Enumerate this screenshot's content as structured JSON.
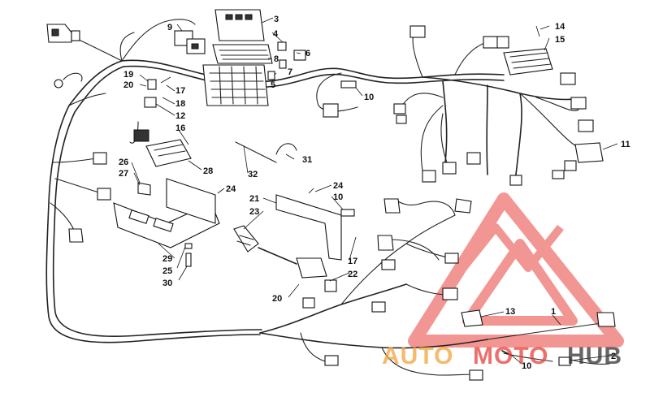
{
  "diagram": {
    "callouts": [
      "1",
      "2",
      "3",
      "4",
      "5",
      "6",
      "7",
      "8",
      "9",
      "10",
      "10",
      "10",
      "11",
      "12",
      "13",
      "14",
      "15",
      "16",
      "17",
      "17",
      "18",
      "19",
      "20",
      "20",
      "21",
      "22",
      "23",
      "24",
      "24",
      "25",
      "26",
      "27",
      "28",
      "29",
      "30",
      "31",
      "32"
    ]
  },
  "watermark": {
    "text_auto": "AUTO",
    "text_moto": "MOTO",
    "text_hub": "HUB",
    "color_red": "#e8413c",
    "color_orange": "#f2a33a",
    "color_dark": "#333333"
  }
}
